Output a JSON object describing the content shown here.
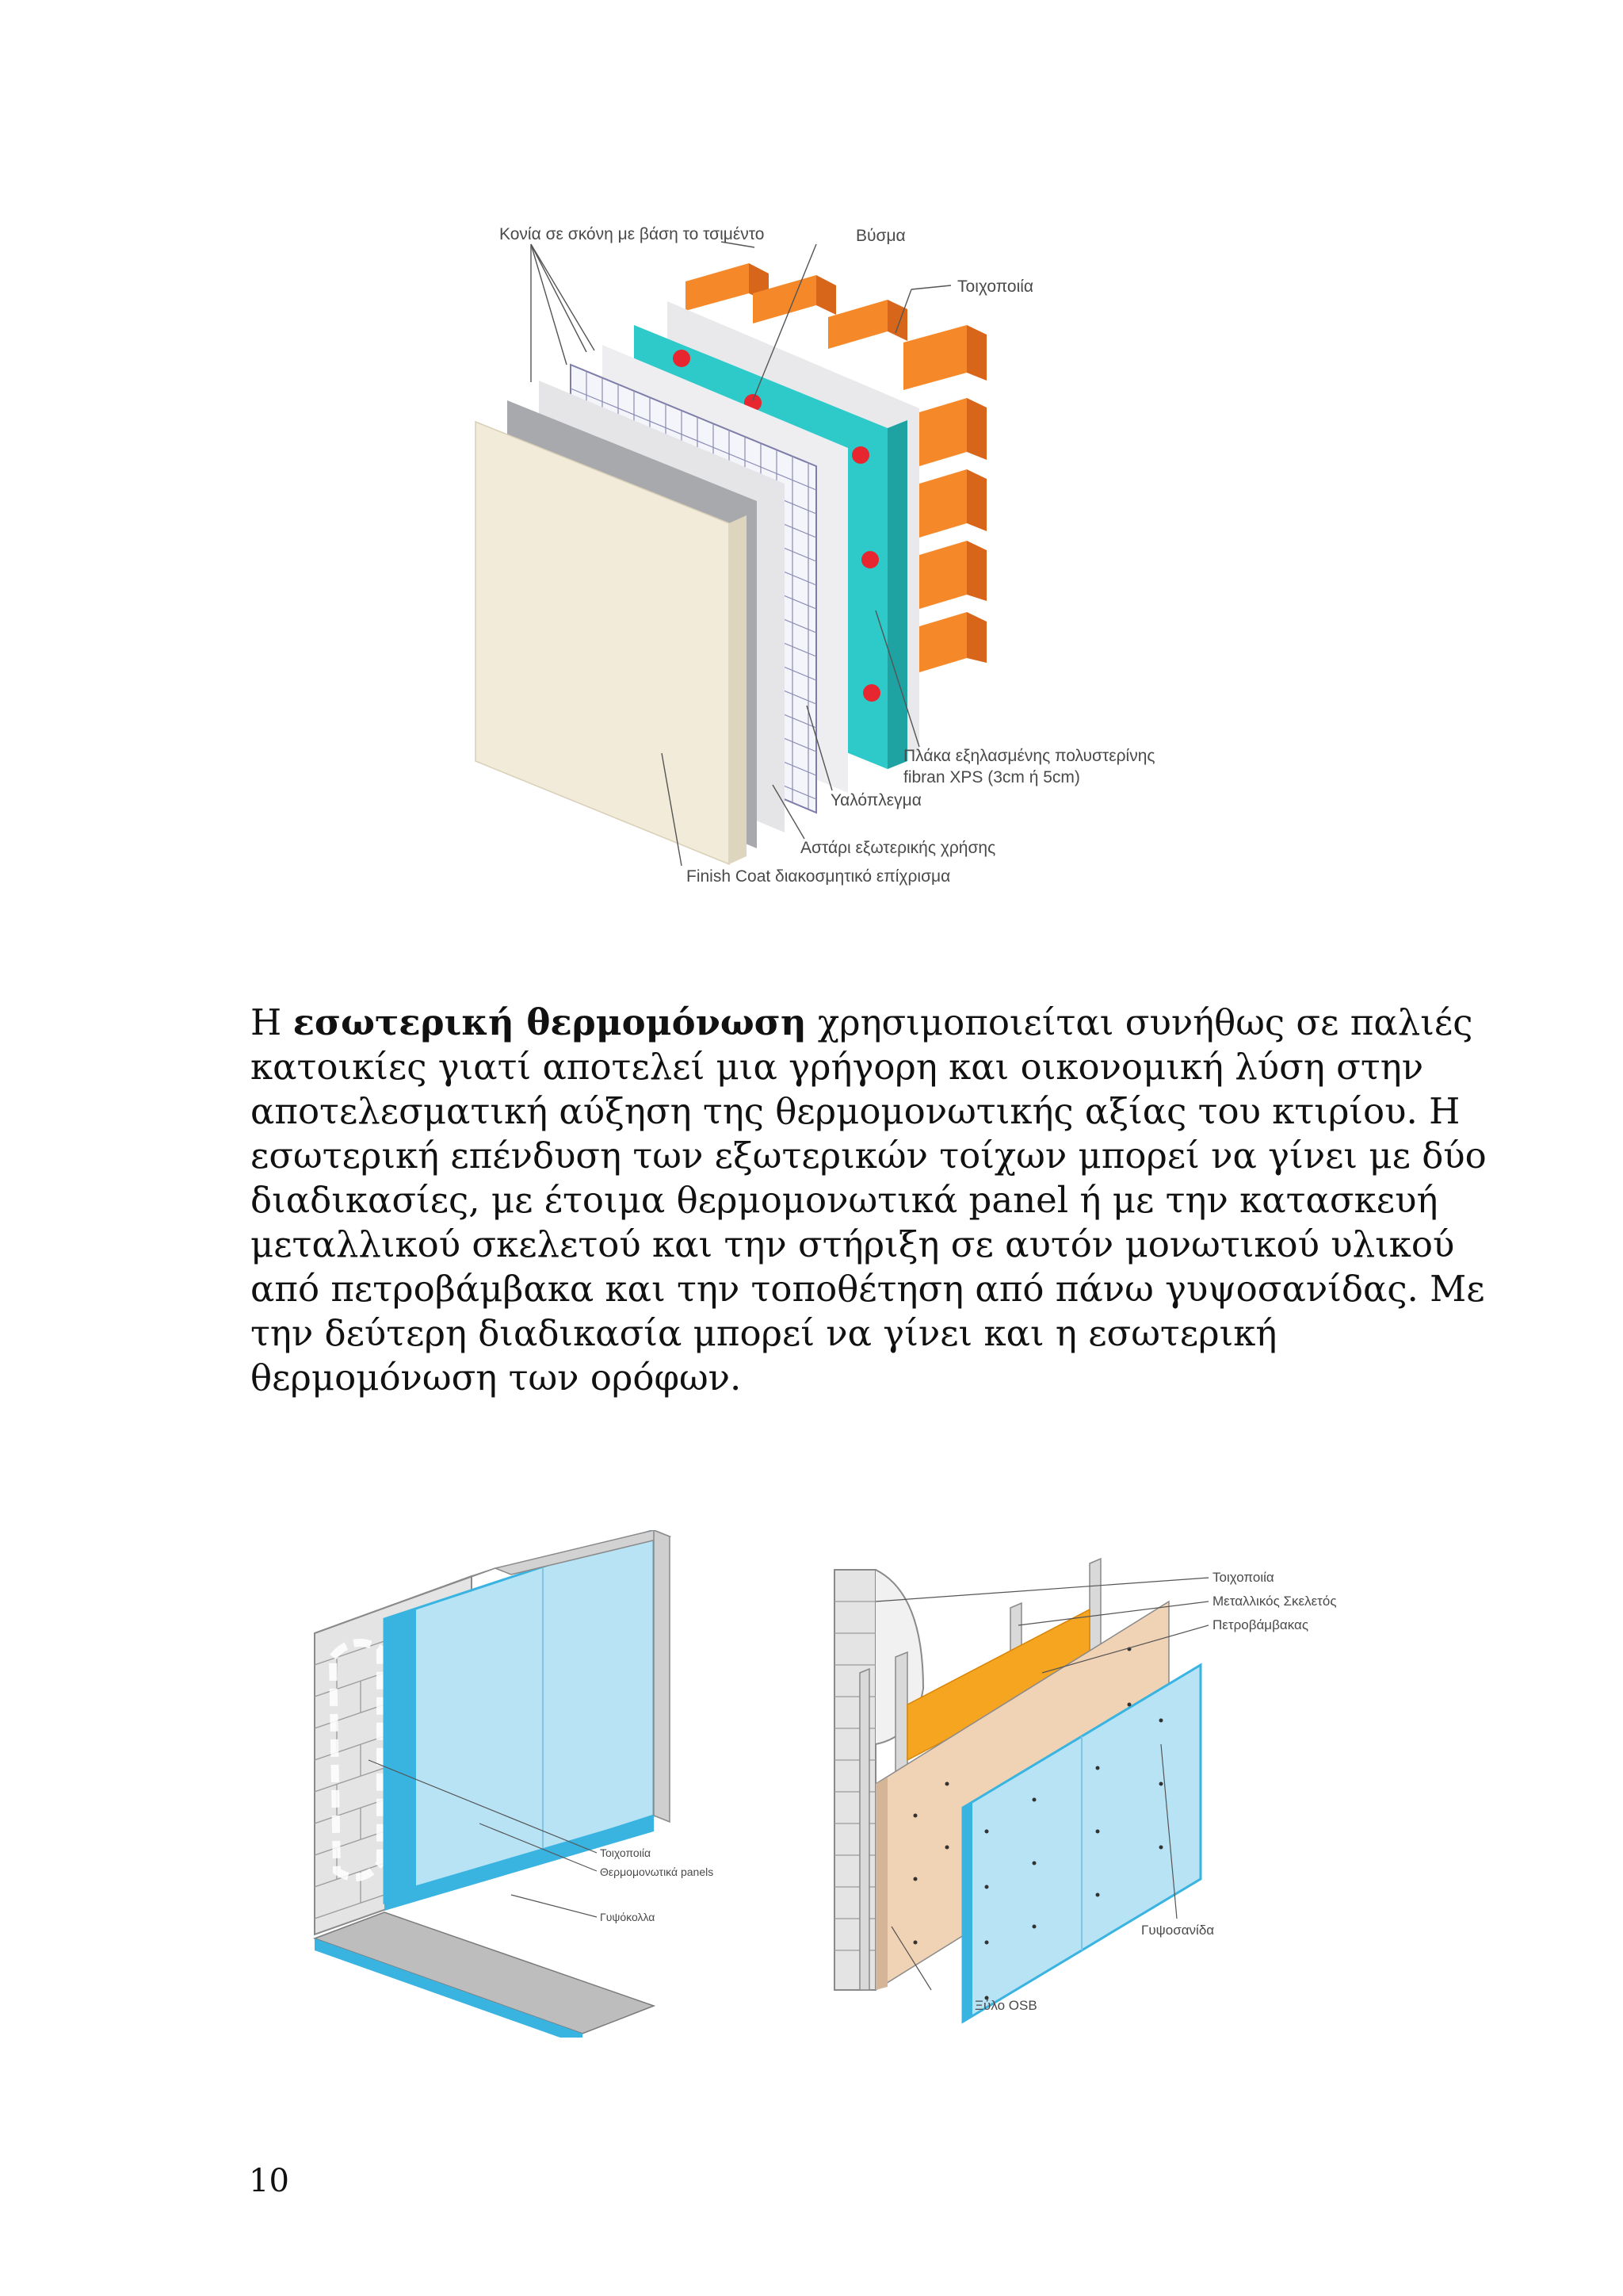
{
  "figure1": {
    "labels": {
      "mortar": "Κονία σε σκόνη με βάση το τσιμέντο",
      "anchor": "Βύσμα",
      "masonry": "Τοιχοποιία",
      "xps": "Πλάκα εξηλασμένης πολυστερίνης",
      "xps2": "fibran XPS (3cm ή 5cm)",
      "mesh": "Υαλόπλεγμα",
      "primer": "Αστάρι εξωτερικής χρήσης",
      "finish": "Finish Coat διακοσμητικό επίχρισμα"
    }
  },
  "paragraph": {
    "lead": "Η ",
    "bold": "εσωτερική θερμομόνωση",
    "line1_rest": " χρησιμοποιείται συνήθως σε παλιές",
    "lines": [
      "κατοικίες γιατί αποτελεί μια γρήγορη και οικονομική λύση στην",
      "αποτελεσματική αύξηση της θερμομονωτικής αξίας του κτιρίου. Η",
      "εσωτερική επένδυση των εξωτερικών τοίχων μπορεί να γίνει με δύο",
      "διαδικασίες, με έτοιμα θερμομονωτικά panel ή με την κατασκευή",
      "μεταλλικού σκελετού και την στήριξη σε αυτόν μονωτικού υλικού",
      "από πετροβάμβακα και την τοποθέτηση από πάνω γυψοσανίδας. Με",
      "την δεύτερη διαδικασία μπορεί να γίνει και η εσωτερική",
      "θερμομόνωση των ορόφων."
    ]
  },
  "figure2": {
    "labels": {
      "masonry": "Τοιχοποιία",
      "panels": "Θερμομονωτικά panels",
      "glue": "Γυψόκολλα"
    }
  },
  "figure3": {
    "labels": {
      "masonry": "Τοιχοποιία",
      "frame": "Μεταλλικός Σκελετός",
      "rockwool": "Πετροβάμβακας",
      "gypsum": "Γυψοσανίδα",
      "osb": "Ξύλο OSB"
    }
  },
  "page_number": "10",
  "colors": {
    "brick": "#f5892a",
    "xps": "#2ec9c9",
    "anchor": "#e8262f",
    "finish": "#f2ebd9",
    "panel_blue": "#b7e3f5",
    "edge_blue": "#39b3e0",
    "osb": "#f0d2b5",
    "rockwool": "#f6a521"
  }
}
